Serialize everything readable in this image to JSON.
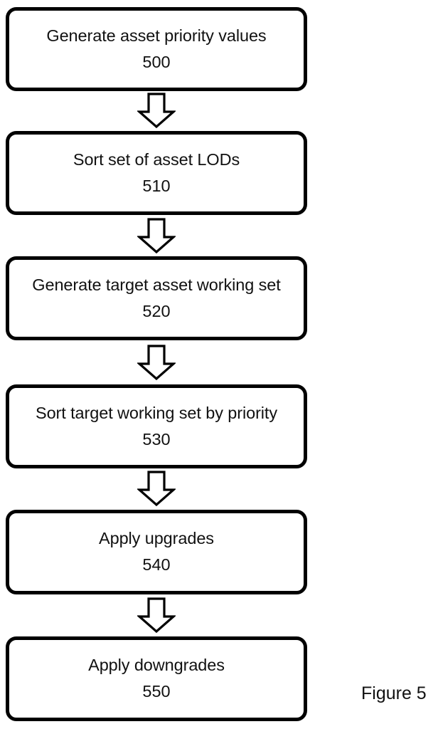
{
  "figure": {
    "caption": "Figure 5",
    "type": "flowchart",
    "orientation": "vertical",
    "background_color": "#ffffff",
    "stroke_color": "#000000",
    "fill_color": "#ffffff"
  },
  "nodes": [
    {
      "label": "Generate asset priority values",
      "ref": "500"
    },
    {
      "label": "Sort set of asset LODs",
      "ref": "510"
    },
    {
      "label": "Generate target asset working set",
      "ref": "520"
    },
    {
      "label": "Sort target working set by priority",
      "ref": "530"
    },
    {
      "label": "Apply upgrades",
      "ref": "540"
    },
    {
      "label": "Apply downgrades",
      "ref": "550"
    }
  ],
  "connectors": [
    {
      "from": "500",
      "to": "510",
      "shape": "block-arrow-down"
    },
    {
      "from": "510",
      "to": "520",
      "shape": "block-arrow-down"
    },
    {
      "from": "520",
      "to": "530",
      "shape": "block-arrow-down"
    },
    {
      "from": "530",
      "to": "540",
      "shape": "block-arrow-down"
    },
    {
      "from": "540",
      "to": "550",
      "shape": "block-arrow-down"
    }
  ]
}
